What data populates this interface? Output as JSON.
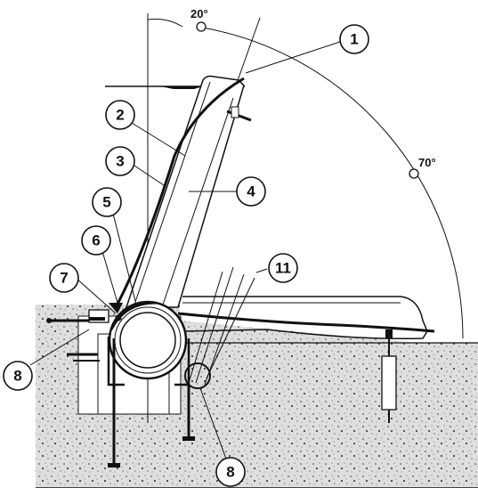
{
  "callouts": {
    "c1": "1",
    "c2": "2",
    "c3": "3",
    "c4": "4",
    "c5": "5",
    "c6": "6",
    "c7": "7",
    "c8a": "8",
    "c8b": "8",
    "c11": "11"
  },
  "angles": {
    "top": "20°",
    "side": "70°"
  },
  "colors": {
    "line": "#111111",
    "concrete": "#d9d9d9",
    "background": "#ffffff"
  }
}
